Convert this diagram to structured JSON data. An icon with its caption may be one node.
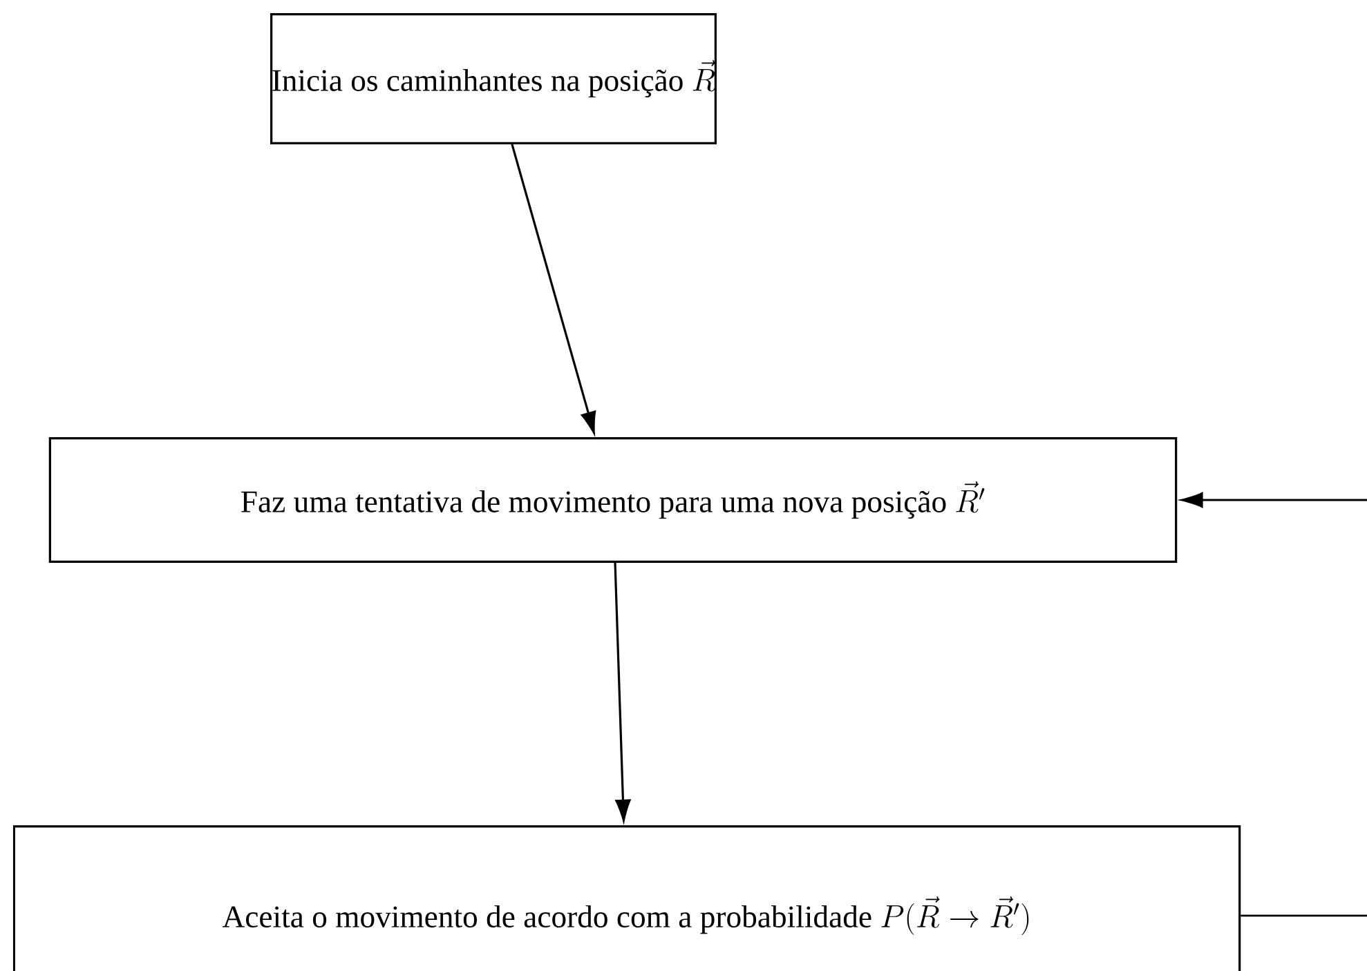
{
  "diagram": {
    "nodes": [
      {
        "text": [
          "Inicia os caminhantes na posição",
          "\\vec{R}"
        ]
      },
      {
        "text": [
          "Faz uma tentativa de movimento para uma nova posição",
          "\\vec{R}'"
        ]
      },
      {
        "text": [
          "Aceita o movimento de acordo com a probabilidade",
          "P(\\vec{R} \\rightarrow \\vec{R}')"
        ]
      }
    ],
    "edges": [
      {
        "from": 0,
        "to": 1,
        "arrow": "to"
      },
      {
        "from": 1,
        "to": 2,
        "arrow": "to"
      },
      {
        "from": 2,
        "to": 1,
        "arrow": "to"
      }
    ]
  }
}
